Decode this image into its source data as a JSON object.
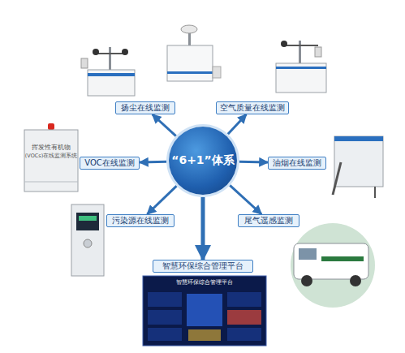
{
  "diagram": {
    "nodes": [
      {
        "text": [
          "扬尘在线监测"
        ]
      },
      {
        "text": [
          "空气质量在线监测"
        ]
      },
      {
        "text": [
          "VOC在线监测"
        ]
      },
      {
        "text": [
          "“6+1”体系"
        ]
      },
      {
        "text": [
          "油烟在线监测"
        ]
      },
      {
        "text": [
          "污染源在线监测"
        ]
      },
      {
        "text": [
          "尾气遥感监测"
        ]
      },
      {
        "text": [
          "智慧环保综合管理平台"
        ]
      }
    ],
    "edges": [
      {
        "from": 3,
        "to": 0,
        "arrow": "to"
      },
      {
        "from": 3,
        "to": 1,
        "arrow": "to"
      },
      {
        "from": 3,
        "to": 2,
        "arrow": "to"
      },
      {
        "from": 3,
        "to": 4,
        "arrow": "to"
      },
      {
        "from": 3,
        "to": 5,
        "arrow": "to"
      },
      {
        "from": 3,
        "to": 6,
        "arrow": "to"
      },
      {
        "from": 3,
        "to": 7,
        "arrow": "to"
      }
    ],
    "labels": [
      "挥发性有机物",
      "(VOCs)在线监测系统",
      "智慧环保综合管理平台"
    ]
  }
}
